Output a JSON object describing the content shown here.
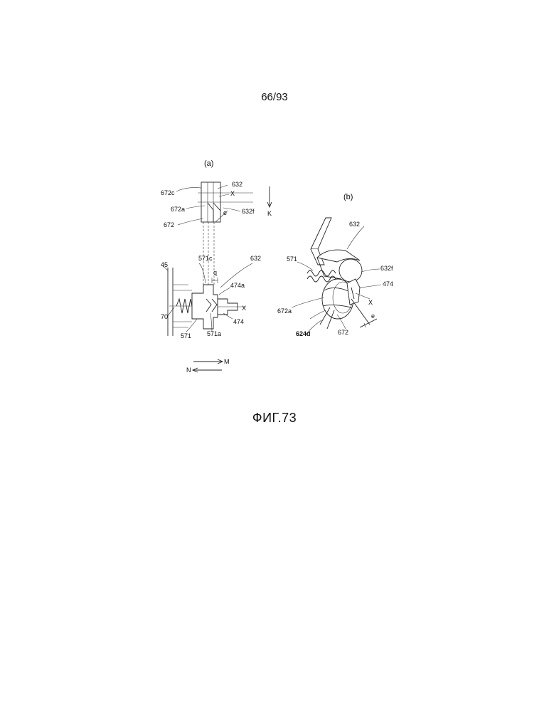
{
  "page_number": "66/93",
  "figure_caption": "ФИГ.73",
  "panel_a": {
    "label": "(a)",
    "top_labels": {
      "l672c": "672c",
      "l632": "632",
      "lX": "X",
      "l672a": "672a",
      "l632f": "632f",
      "le": "e",
      "l672": "672",
      "lK": "K"
    },
    "bottom_labels": {
      "l571c": "571c",
      "lq": "q",
      "l632": "632",
      "l45": "45",
      "l474a": "474a",
      "lX": "X",
      "l70": "70",
      "l474": "474",
      "l571": "571",
      "l571a": "571a"
    },
    "arrows": {
      "M": "M",
      "N": "N"
    }
  },
  "panel_b": {
    "label": "(b)",
    "labels": {
      "l632": "632",
      "l571": "571",
      "l632f": "632f",
      "l474": "474",
      "l672a": "672a",
      "lX": "X",
      "l624d": "624d",
      "l672": "672",
      "le": "e"
    }
  }
}
